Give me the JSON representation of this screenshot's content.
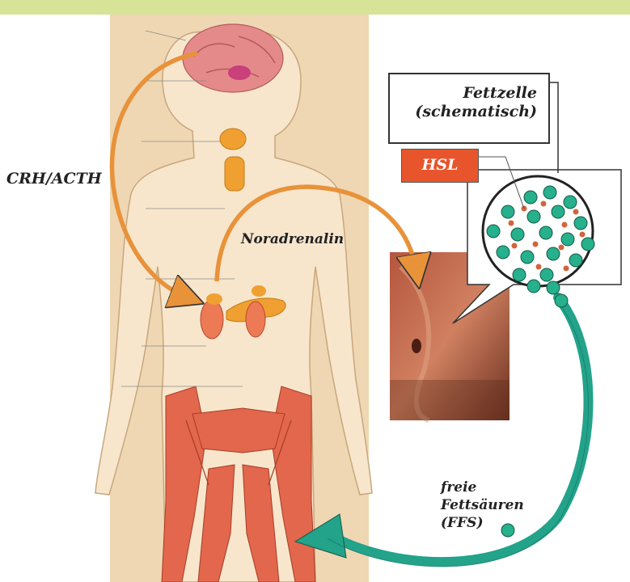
{
  "labels": {
    "crh_acth": "CRH/ACTH",
    "noradrenalin": "Noradrenalin",
    "fettzelle_line1": "Fettzelle",
    "fettzelle_line2": "(schematisch)",
    "hsl": "HSL",
    "ffs_line1": "freie",
    "ffs_line2": "Fettsäuren",
    "ffs_line3": "(FFS)"
  },
  "colors": {
    "header_bar": "#d7e397",
    "body_background": "#efd7b3",
    "hormone_arrow": "#e8923a",
    "ffs_arrow": "#22a38a",
    "hsl_box": "#e8552c",
    "organs": "#f0a030",
    "muscle": "#e2674c"
  },
  "icons": [
    "brain-icon",
    "thyroid-icon",
    "adrenal-kidney-icon",
    "muscle-icon",
    "abdomen-photo",
    "fat-cell-icon"
  ]
}
